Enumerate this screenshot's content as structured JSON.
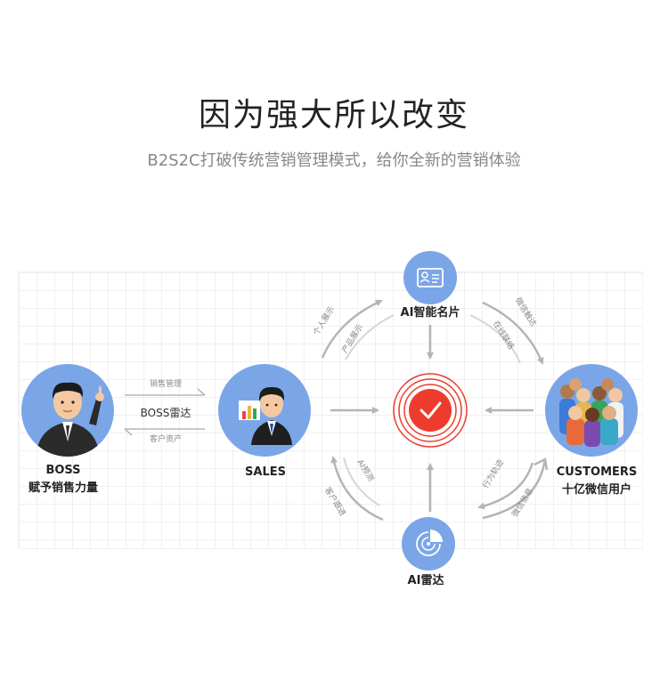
{
  "header": {
    "title": "因为强大所以改变",
    "subtitle": "B2S2C打破传统营销管理模式，给你全新的营销体验"
  },
  "nodes": {
    "boss": {
      "title": "BOSS",
      "subtitle": "赋予销售力量"
    },
    "sales": {
      "title": "SALES"
    },
    "customers": {
      "title": "CUSTOMERS",
      "subtitle": "十亿微信用户"
    },
    "card": {
      "title": "AI智能名片"
    },
    "radar": {
      "title": "AI雷达"
    }
  },
  "edges": {
    "boss_sales_top": "销售管理",
    "boss_sales_mid": "BOSS雷达",
    "boss_sales_bottom": "客户资产",
    "sales_card_1": "个人展示",
    "sales_card_2": "产品展示",
    "card_customers_1": "微信触达",
    "card_customers_2": "在线联络",
    "radar_sales_1": "AI预测",
    "radar_sales_2": "客户跟进",
    "customers_radar_1": "行为轨迹",
    "customers_radar_2": "微信信息"
  },
  "colors": {
    "node_fill": "#7aa6e8",
    "center_red": "#ef3b2d",
    "arrow_gray": "#b5b5b5"
  }
}
